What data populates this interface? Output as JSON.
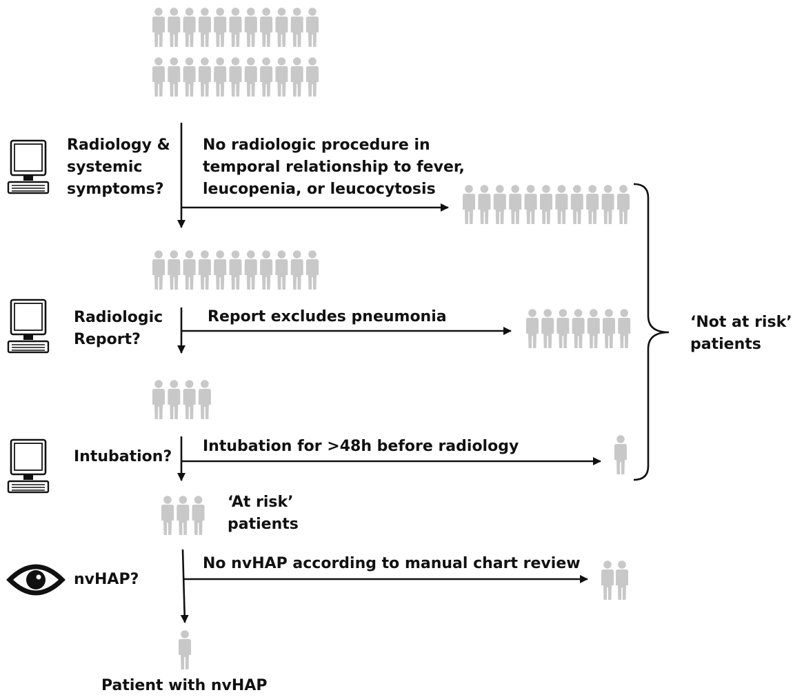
{
  "steps": [
    {
      "question": "Radiology &\nsystemic\nsymptoms?",
      "exclusion": "No radiologic procedure in\ntemporal relationship to fever,\nleucopenia, or leucocytosis",
      "icon": "computer-icon"
    },
    {
      "question": "Radiologic\nReport?",
      "exclusion": "Report excludes pneumonia",
      "icon": "computer-icon"
    },
    {
      "question": "Intubation?",
      "exclusion": "Intubation for >48h before radiology",
      "icon": "computer-icon"
    },
    {
      "question": "nvHAP?",
      "exclusion": "No nvHAP according to manual chart review",
      "icon": "eye-icon"
    }
  ],
  "groups": {
    "not_at_risk_label": "‘Not at risk’\npatients",
    "at_risk_label": "‘At risk’\npatients",
    "final_label": "Patient with nvHAP"
  },
  "colors": {
    "person": "#c8c8c8",
    "line": "#111111"
  }
}
